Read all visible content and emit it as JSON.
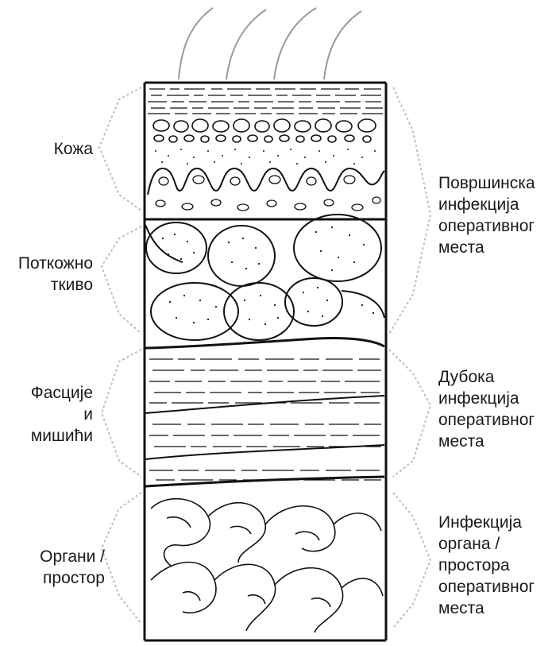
{
  "left_labels": {
    "skin": [
      "Кожа"
    ],
    "subcutaneous": [
      "Поткожно",
      "ткиво"
    ],
    "fascia_muscle": [
      "Фасције",
      "и",
      "мишићи"
    ],
    "organ_space": [
      "Органи /",
      "простор"
    ]
  },
  "right_labels": {
    "superficial": [
      "Површинска",
      "инфекција",
      "оперативног",
      "места"
    ],
    "deep": [
      "Дубока",
      "инфекција",
      "оперативног",
      "места"
    ],
    "organ_space": [
      "Инфекција",
      "органа /",
      "простора",
      "оперативног",
      "места"
    ]
  },
  "colors": {
    "ink": "#111111",
    "bracket": "#bdbdbd",
    "hair": "#9a9a9a"
  }
}
